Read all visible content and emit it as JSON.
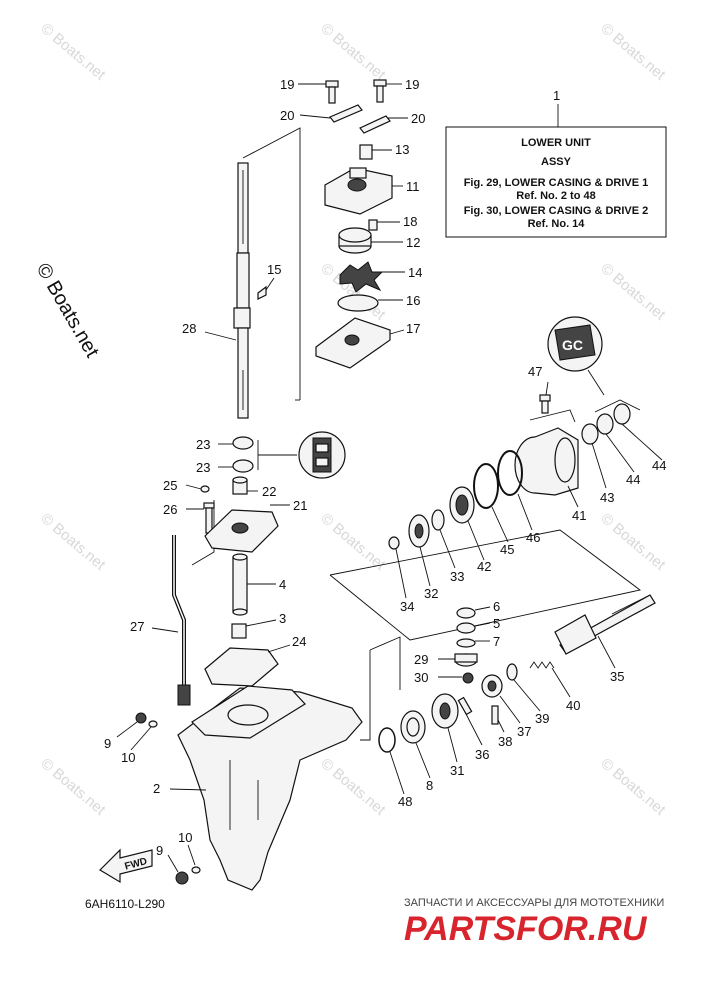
{
  "ref_box": {
    "number": "1",
    "lines": [
      "LOWER UNIT",
      "ASSY",
      "Fig. 29, LOWER CASING & DRIVE 1",
      "Ref. No. 2 to 48",
      "Fig. 30, LOWER CASING & DRIVE 2",
      "Ref. No. 14"
    ]
  },
  "copyright": "© Boats.net",
  "watermark_text": "© Boats.net",
  "diagram_code": "6AH6110-L290",
  "fwd_label": "FWD",
  "gc_label": "GC",
  "retailer": {
    "tagline": "ЗАПЧАСТИ И АКСЕССУАРЫ ДЛЯ МОТОТЕХНИКИ",
    "brand": "PARTSFOR.RU",
    "brand_color": "#d8242c"
  },
  "callouts": [
    {
      "id": "c19a",
      "label": "19"
    },
    {
      "id": "c19b",
      "label": "19"
    },
    {
      "id": "c20a",
      "label": "20"
    },
    {
      "id": "c20b",
      "label": "20"
    },
    {
      "id": "c13",
      "label": "13"
    },
    {
      "id": "c11",
      "label": "11"
    },
    {
      "id": "c18",
      "label": "18"
    },
    {
      "id": "c12",
      "label": "12"
    },
    {
      "id": "c15",
      "label": "15"
    },
    {
      "id": "c14",
      "label": "14"
    },
    {
      "id": "c16",
      "label": "16"
    },
    {
      "id": "c28",
      "label": "28"
    },
    {
      "id": "c17",
      "label": "17"
    },
    {
      "id": "c47",
      "label": "47"
    },
    {
      "id": "c23a",
      "label": "23"
    },
    {
      "id": "c23b",
      "label": "23"
    },
    {
      "id": "c25",
      "label": "25"
    },
    {
      "id": "c22",
      "label": "22"
    },
    {
      "id": "c21",
      "label": "21"
    },
    {
      "id": "c26",
      "label": "26"
    },
    {
      "id": "c43",
      "label": "43"
    },
    {
      "id": "c44a",
      "label": "44"
    },
    {
      "id": "c44b",
      "label": "44"
    },
    {
      "id": "c41",
      "label": "41"
    },
    {
      "id": "c46",
      "label": "46"
    },
    {
      "id": "c45",
      "label": "45"
    },
    {
      "id": "c42",
      "label": "42"
    },
    {
      "id": "c33",
      "label": "33"
    },
    {
      "id": "c32",
      "label": "32"
    },
    {
      "id": "c34",
      "label": "34"
    },
    {
      "id": "c4",
      "label": "4"
    },
    {
      "id": "c27",
      "label": "27"
    },
    {
      "id": "c3",
      "label": "3"
    },
    {
      "id": "c6",
      "label": "6"
    },
    {
      "id": "c24",
      "label": "24"
    },
    {
      "id": "c5",
      "label": "5"
    },
    {
      "id": "c7",
      "label": "7"
    },
    {
      "id": "c29",
      "label": "29"
    },
    {
      "id": "c30",
      "label": "30"
    },
    {
      "id": "c35",
      "label": "35"
    },
    {
      "id": "c40",
      "label": "40"
    },
    {
      "id": "c39",
      "label": "39"
    },
    {
      "id": "c37",
      "label": "37"
    },
    {
      "id": "c38",
      "label": "38"
    },
    {
      "id": "c9a",
      "label": "9"
    },
    {
      "id": "c10a",
      "label": "10"
    },
    {
      "id": "c36",
      "label": "36"
    },
    {
      "id": "c31",
      "label": "31"
    },
    {
      "id": "c8",
      "label": "8"
    },
    {
      "id": "c48",
      "label": "48"
    },
    {
      "id": "c2",
      "label": "2"
    },
    {
      "id": "c10b",
      "label": "10"
    },
    {
      "id": "c9b",
      "label": "9"
    }
  ]
}
